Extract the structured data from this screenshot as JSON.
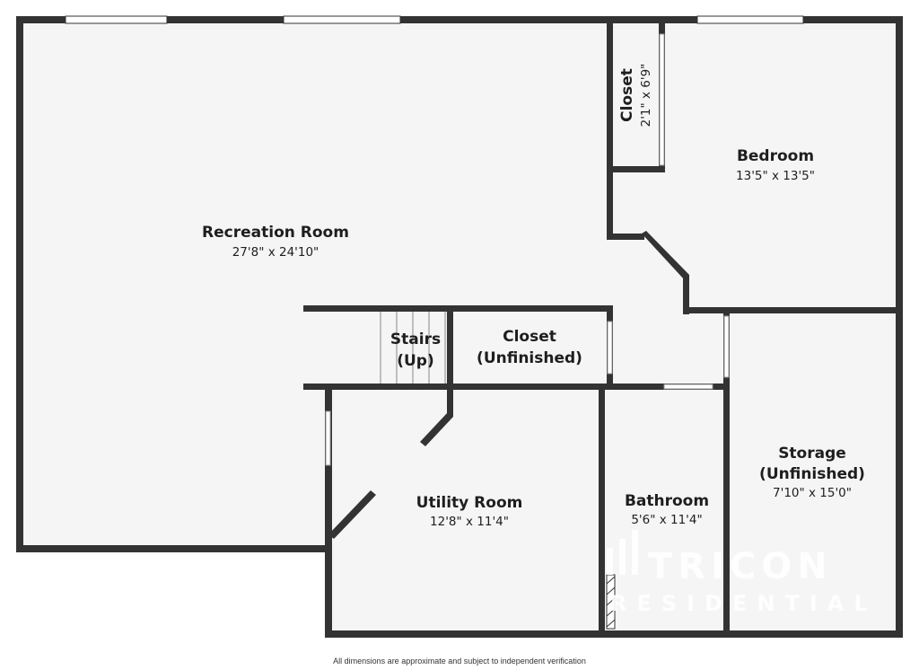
{
  "rooms": {
    "recreation": {
      "name": "Recreation Room",
      "dims": "27'8\" x 24'10\""
    },
    "bedroom": {
      "name": "Bedroom",
      "dims": "13'5\" x 13'5\""
    },
    "closet_top": {
      "name": "Closet",
      "dims": "2'1\" x 6'9\""
    },
    "stairs": {
      "name_line1": "Stairs",
      "name_line2": "(Up)"
    },
    "closet_unfinished": {
      "name_line1": "Closet",
      "name_line2": "(Unfinished)"
    },
    "utility": {
      "name": "Utility Room",
      "dims": "12'8\" x 11'4\""
    },
    "bathroom": {
      "name": "Bathroom",
      "dims": "5'6\" x 11'4\""
    },
    "storage": {
      "name_line1": "Storage",
      "name_line2": "(Unfinished)",
      "dims": "7'10\" x 15'0\""
    }
  },
  "watermark": {
    "line1": "TRICON",
    "line2": "RESIDENTIAL"
  },
  "disclaimer": "All dimensions are approximate and subject to independent verification",
  "colors": {
    "wall": "#333333",
    "floor": "#f5f5f5",
    "background": "#ffffff"
  }
}
